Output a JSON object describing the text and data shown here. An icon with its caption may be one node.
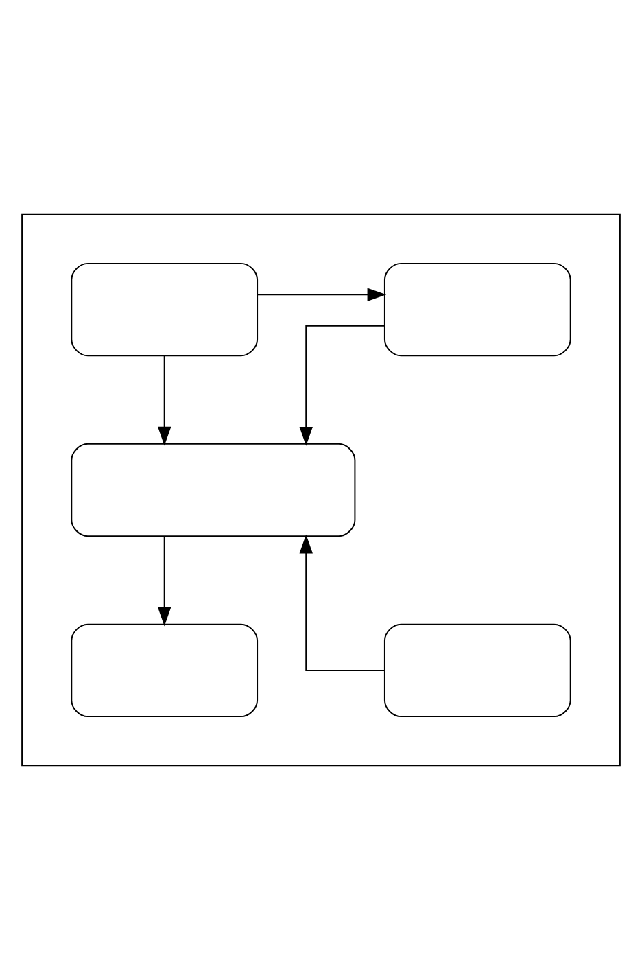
{
  "diagram": {
    "nodes": [
      {
        "text": [],
        "shape": "box"
      },
      {
        "text": [],
        "shape": "oval",
        "in": 0
      },
      {
        "text": [],
        "shape": "oval",
        "in": 0
      },
      {
        "text": [],
        "shape": "oval",
        "in": 0
      },
      {
        "text": [],
        "shape": "oval",
        "in": 0
      },
      {
        "text": [],
        "shape": "oval",
        "in": 0
      }
    ],
    "edges": [
      {
        "from": 1,
        "to": 2,
        "arrow": "to"
      },
      {
        "from": 1,
        "to": 3,
        "arrow": "to"
      },
      {
        "from": 2,
        "to": 3,
        "arrow": "to"
      },
      {
        "from": 4,
        "to": 3,
        "arrow": "to"
      },
      {
        "from": 3,
        "to": 5,
        "arrow": "to"
      }
    ]
  }
}
